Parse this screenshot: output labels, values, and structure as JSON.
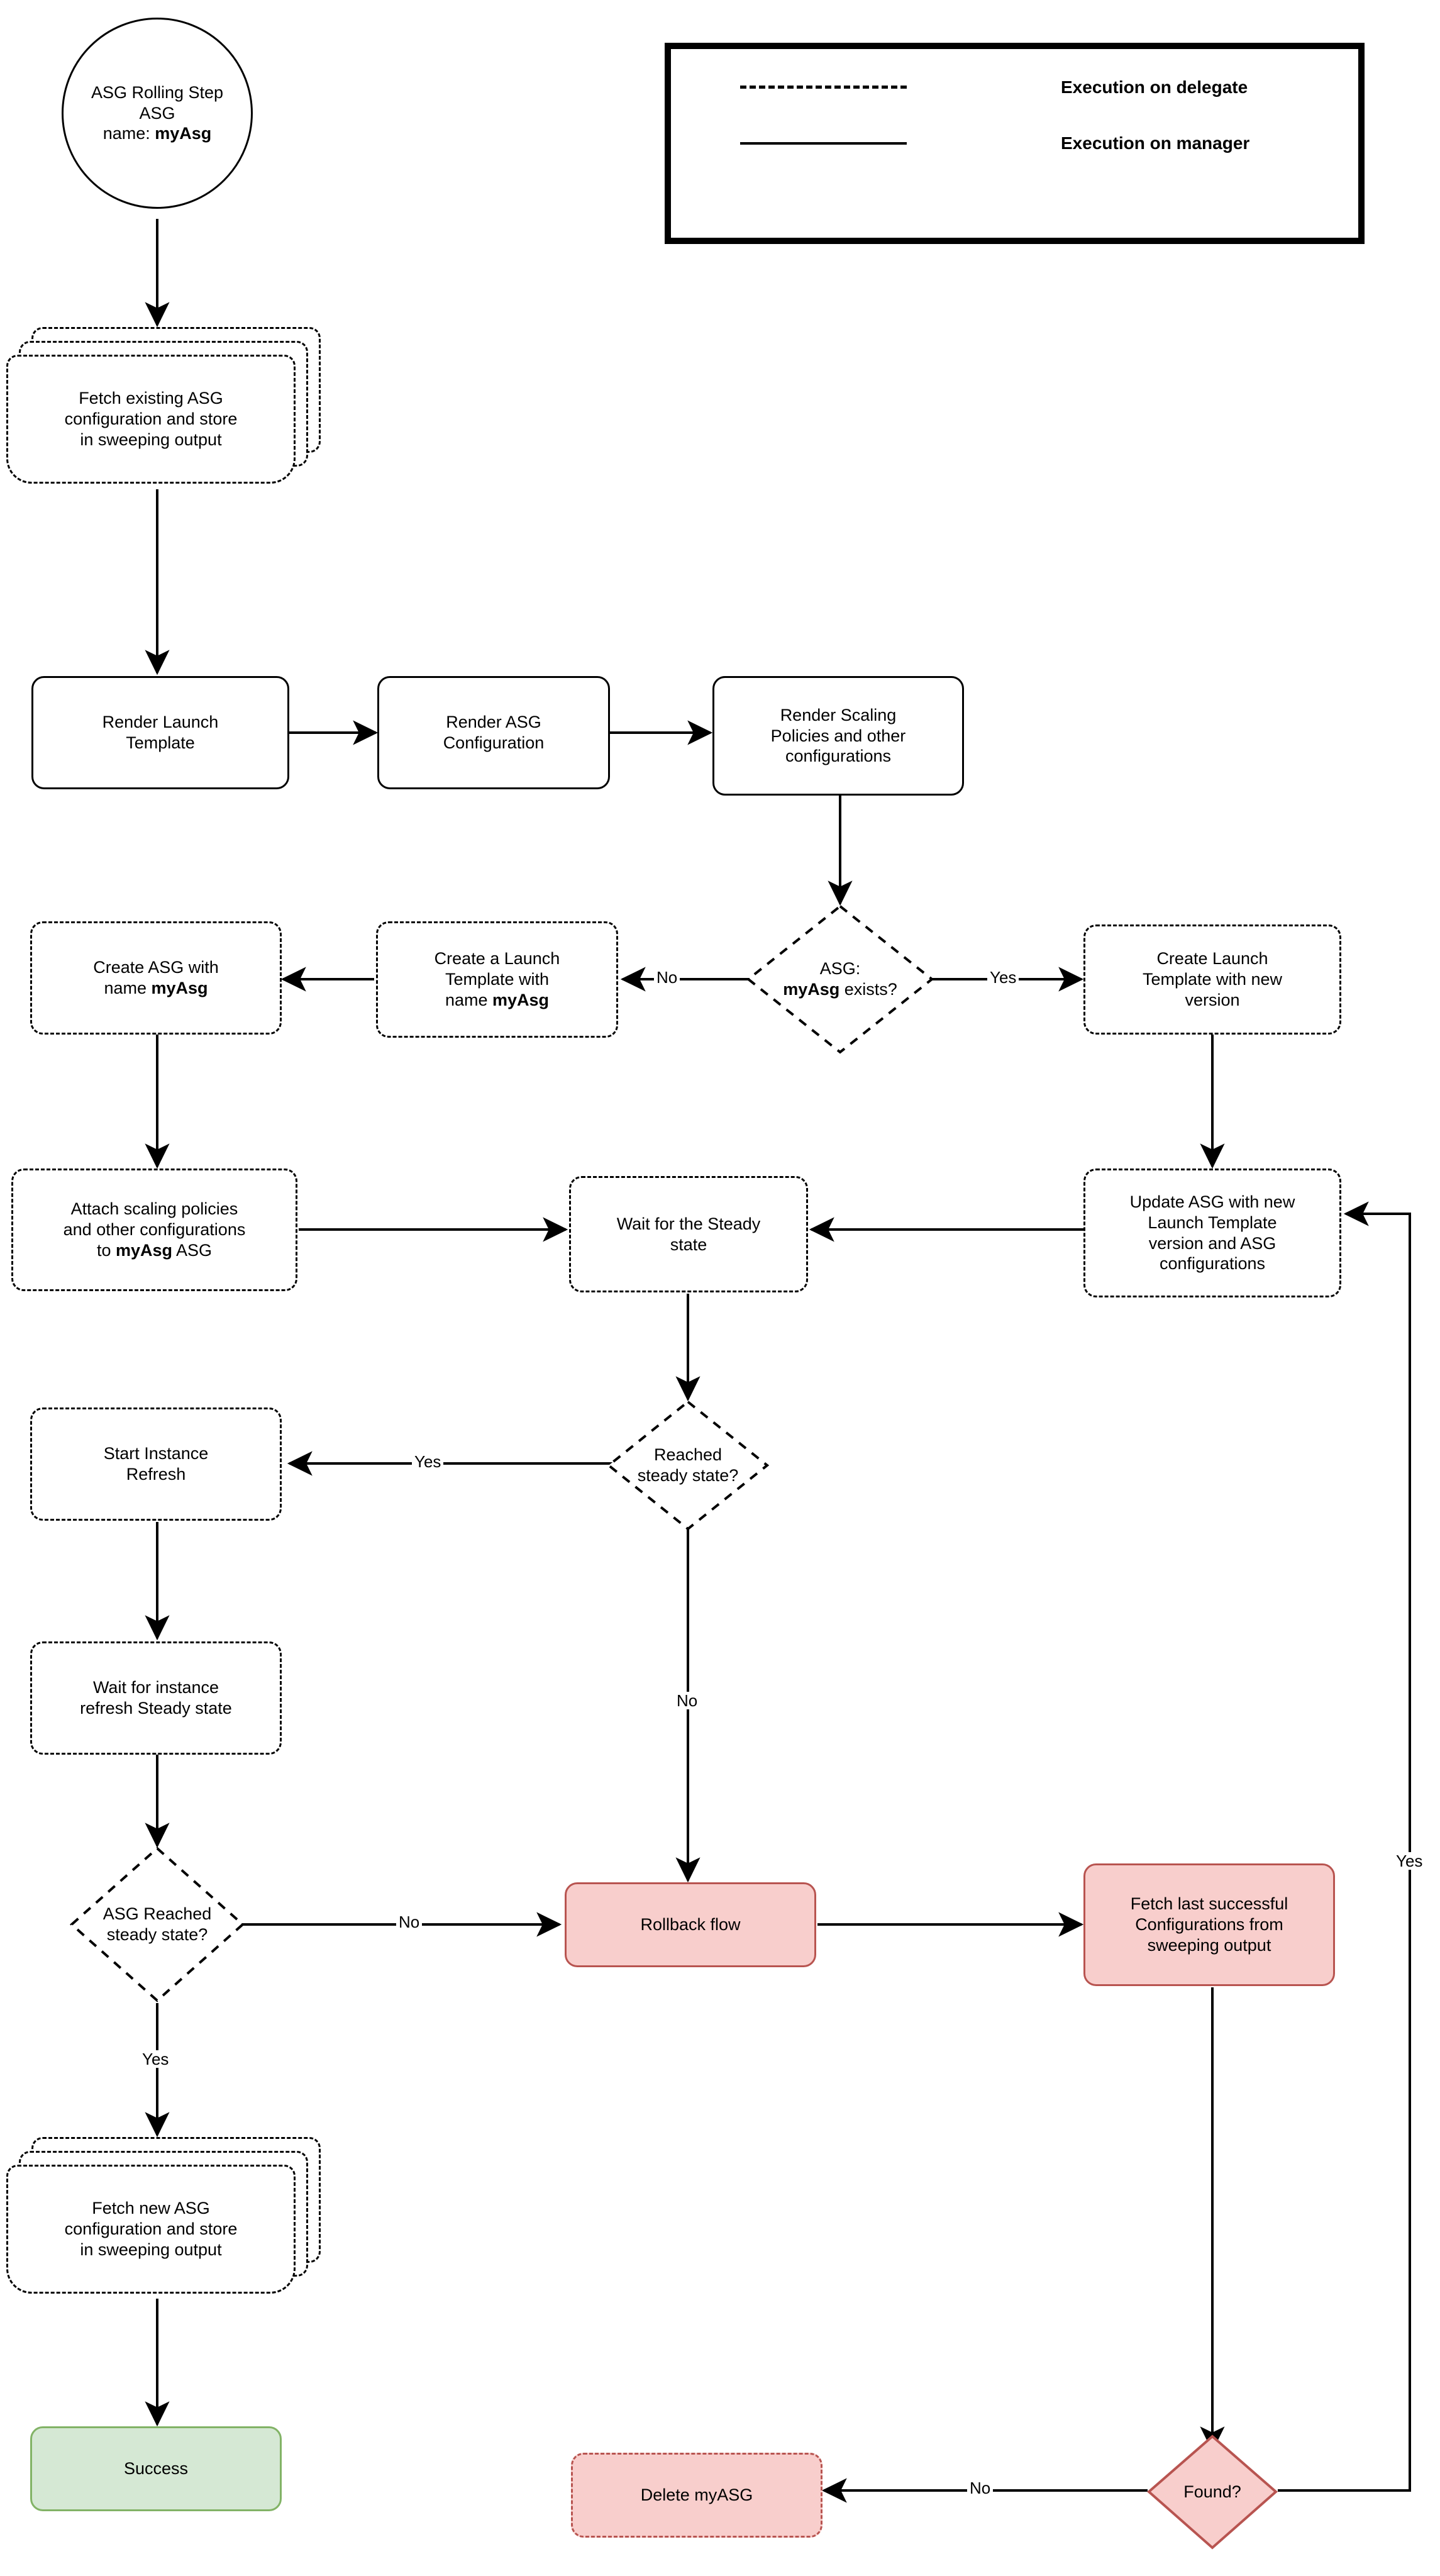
{
  "diagram": {
    "title": "ASG Rolling Step flowchart",
    "colors": {
      "pink_fill": "#f8cecc",
      "pink_stroke": "#b85450",
      "green_fill": "#d5e8d4",
      "green_stroke": "#82b366",
      "line": "#000000",
      "background": "#ffffff"
    }
  },
  "legend": {
    "items": [
      {
        "style": "dashed",
        "label": "Execution on delegate"
      },
      {
        "style": "solid",
        "label": "Execution on manager"
      }
    ]
  },
  "nodes": {
    "start": {
      "line1": "ASG Rolling Step",
      "line2": "ASG",
      "line3_prefix": "name: ",
      "line3_bold": "myAsg"
    },
    "fetch_existing": {
      "line1": "Fetch existing ASG",
      "line2": "configuration and store",
      "line3": "in sweeping output"
    },
    "render_launch_template": {
      "line1": "Render Launch",
      "line2": "Template"
    },
    "render_asg_configuration": {
      "line1": "Render ASG",
      "line2": "Configuration"
    },
    "render_scaling_policies": {
      "line1": "Render Scaling",
      "line2": "Policies and other",
      "line3": "configurations"
    },
    "asg_exists_decision": {
      "line1": "ASG:",
      "line2_bold": "myAsg",
      "line2_rest": " exists?"
    },
    "create_launch_template_new_version": {
      "line1": "Create Launch",
      "line2": "Template with new",
      "line3": "version"
    },
    "create_a_launch_template": {
      "line1": "Create a Launch",
      "line2": "Template with",
      "line3_prefix": "name ",
      "line3_bold": "myAsg"
    },
    "create_asg": {
      "line1": "Create ASG with",
      "line2_prefix": "name ",
      "line2_bold": "myAsg"
    },
    "attach_scaling_policies": {
      "line1": "Attach scaling policies",
      "line2": "and other configurations",
      "line3_prefix": "to ",
      "line3_bold": "myAsg",
      "line3_suffix": " ASG"
    },
    "wait_steady_state": {
      "line1": "Wait for the Steady",
      "line2": "state"
    },
    "update_asg": {
      "line1": "Update ASG with new",
      "line2": "Launch Template",
      "line3": "version and ASG",
      "line4": "configurations"
    },
    "reached_steady_state_decision": {
      "line1": "Reached",
      "line2": "steady state?"
    },
    "start_instance_refresh": {
      "line1": "Start Instance",
      "line2": "Refresh"
    },
    "wait_instance_refresh": {
      "line1": "Wait for instance",
      "line2": "refresh Steady state"
    },
    "asg_reached_steady_state_decision": {
      "line1": "ASG Reached",
      "line2": "steady state?"
    },
    "rollback_flow": {
      "line1": "Rollback flow"
    },
    "fetch_last_successful": {
      "line1": "Fetch last successful",
      "line2": "Configurations from",
      "line3": "sweeping output"
    },
    "fetch_new_asg": {
      "line1": "Fetch new ASG",
      "line2": "configuration and store",
      "line3": "in sweeping output"
    },
    "success": {
      "line1": "Success"
    },
    "delete_myasg": {
      "line1": "Delete myASG"
    },
    "found_decision": {
      "line1": "Found?"
    }
  },
  "edge_labels": {
    "exists_no": "No",
    "exists_yes": "Yes",
    "reached_yes": "Yes",
    "reached_no": "No",
    "asg_reached_no": "No",
    "asg_reached_yes": "Yes",
    "found_no": "No",
    "found_yes": "Yes"
  }
}
